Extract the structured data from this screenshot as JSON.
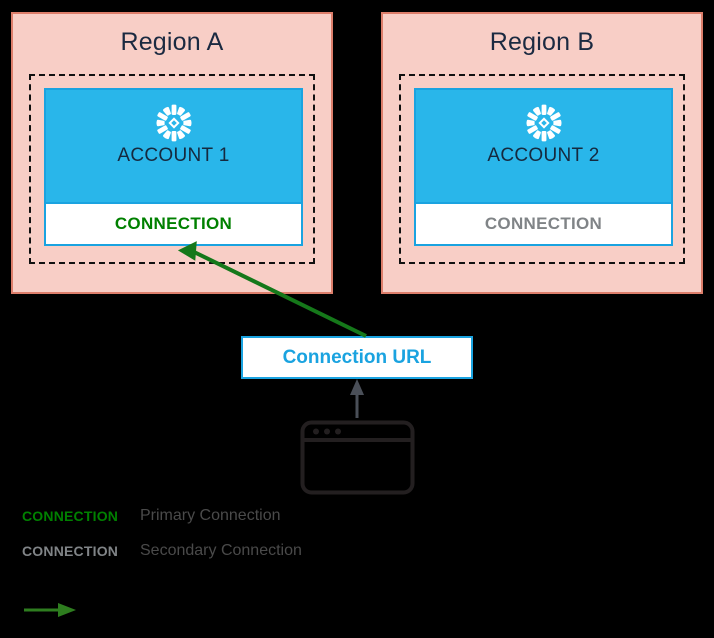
{
  "diagram": {
    "background_color": "#000000",
    "regions": [
      {
        "title": "Region A",
        "account_label": "ACCOUNT 1",
        "connection_label": "CONNECTION",
        "connection_type": "primary",
        "icon": "snowflake-icon"
      },
      {
        "title": "Region B",
        "account_label": "ACCOUNT 2",
        "connection_label": "CONNECTION",
        "connection_type": "secondary",
        "icon": "snowflake-icon"
      }
    ],
    "connection_url": {
      "label": "Connection URL",
      "border_color": "#1aa3e0",
      "text_color": "#1aa3e0"
    },
    "client": {
      "icon": "browser-window-icon"
    },
    "legend": {
      "rows": [
        {
          "swatch_text": "CONNECTION",
          "swatch_color": "#008000",
          "description": "Primary Connection"
        },
        {
          "swatch_text": "CONNECTION",
          "swatch_color": "#808487",
          "description": "Secondary Connection"
        }
      ],
      "arrow_row": {
        "arrow_color": "#2e7d1f",
        "description": ""
      }
    },
    "colors": {
      "region_fill": "#f8cec6",
      "region_border": "#dd7e6b",
      "account_fill": "#29b6ea",
      "account_border": "#1aa3e0",
      "primary_green": "#008000",
      "secondary_gray": "#808487",
      "arrow_green": "#15781a",
      "arrow_gray": "#4a4f58"
    }
  }
}
